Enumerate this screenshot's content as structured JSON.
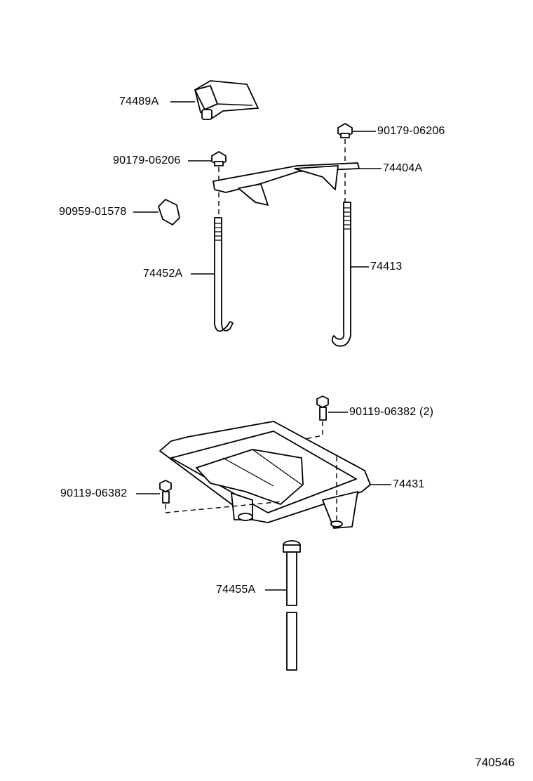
{
  "figure_number": "740546",
  "parts": [
    {
      "id": "p1",
      "label": "74489A"
    },
    {
      "id": "p2",
      "label": "90179-06206"
    },
    {
      "id": "p3",
      "label": "90179-06206"
    },
    {
      "id": "p4",
      "label": "74404A"
    },
    {
      "id": "p5",
      "label": "90959-01578"
    },
    {
      "id": "p6",
      "label": "74452A"
    },
    {
      "id": "p7",
      "label": "74413"
    },
    {
      "id": "p8",
      "label": "90119-06382 (2)"
    },
    {
      "id": "p9",
      "label": "74431"
    },
    {
      "id": "p10",
      "label": "90119-06382"
    },
    {
      "id": "p11",
      "label": "74455A"
    }
  ]
}
